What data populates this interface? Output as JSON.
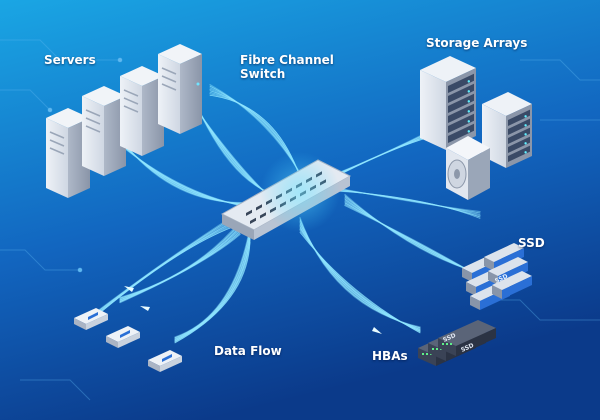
{
  "labels": {
    "servers": "Servers",
    "switch_line1": "Fibre Channel",
    "switch_line2": "Switch",
    "storage_arrays": "Storage Arrays",
    "ssd": "SSD",
    "data_flow": "Data Flow",
    "hbas": "HBAs"
  },
  "drive_labels": {
    "ssd": "SSD"
  },
  "colors": {
    "background_top": "#1aa0e0",
    "background_bottom": "#0b3f8f",
    "fiber": "#8fe6ff",
    "glow": "#3fd0ff",
    "switch_body": "#c9d3e0",
    "server_body": "#dfe5ee",
    "drive_blue": "#2a6fd6"
  },
  "icons": [
    "server-icon",
    "switch-icon",
    "storage-array-icon",
    "disk-icon",
    "ssd-icon",
    "hba-icon"
  ]
}
